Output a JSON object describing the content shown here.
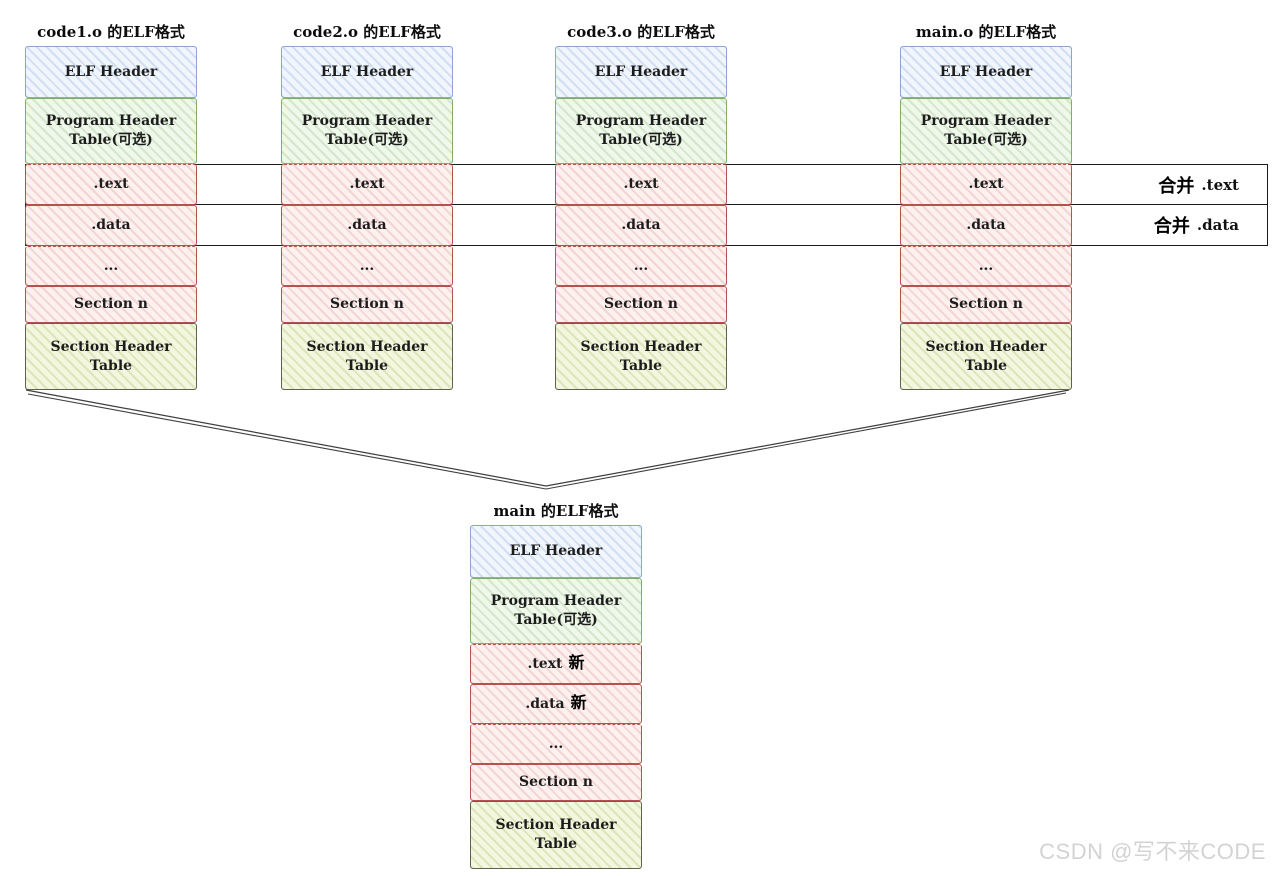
{
  "columns": [
    {
      "title": "code1.o 的ELF格式",
      "rows": [
        "ELF Header",
        "Program Header Table(可选)",
        ".text",
        ".data",
        "...",
        "Section n",
        "Section Header Table"
      ]
    },
    {
      "title": "code2.o 的ELF格式",
      "rows": [
        "ELF Header",
        "Program Header Table(可选)",
        ".text",
        ".data",
        "...",
        "Section n",
        "Section Header Table"
      ]
    },
    {
      "title": "code3.o 的ELF格式",
      "rows": [
        "ELF Header",
        "Program Header Table(可选)",
        ".text",
        ".data",
        "...",
        "Section n",
        "Section Header Table"
      ]
    },
    {
      "title": "main.o 的ELF格式",
      "rows": [
        "ELF Header",
        "Program Header Table(可选)",
        ".text",
        ".data",
        "...",
        "Section n",
        "Section Header Table"
      ]
    }
  ],
  "merge_bands": [
    {
      "action": "合并",
      "section": ".text"
    },
    {
      "action": "合并",
      "section": ".data"
    }
  ],
  "merged": {
    "title": "main 的ELF格式",
    "rows": [
      {
        "label": "ELF Header",
        "suffix": ""
      },
      {
        "label": "Program Header Table(可选)",
        "suffix": ""
      },
      {
        "label": ".text",
        "suffix": "新"
      },
      {
        "label": ".data",
        "suffix": "新"
      },
      {
        "label": "...",
        "suffix": ""
      },
      {
        "label": "Section n",
        "suffix": ""
      },
      {
        "label": "Section Header Table",
        "suffix": ""
      }
    ]
  },
  "watermark": {
    "text": "CSDN @写不来CODE"
  },
  "colors": {
    "elf_header": "#8ba6cf",
    "program_header_table": "#7fad6d",
    "section": "#b4524e",
    "section_header_table": "#5f624f",
    "band_border": "#1b1b1b"
  }
}
